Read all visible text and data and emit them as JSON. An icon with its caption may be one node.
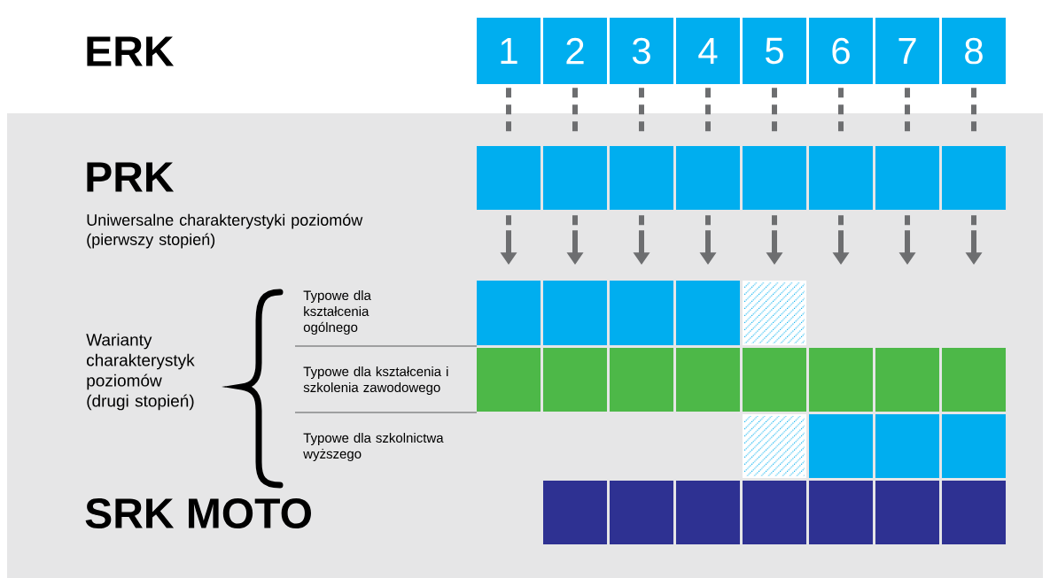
{
  "diagram": {
    "nodes": [
      {
        "text": [
          "1"
        ]
      },
      {
        "text": [
          "2"
        ]
      },
      {
        "text": [
          "3"
        ]
      },
      {
        "text": [
          "4"
        ]
      },
      {
        "text": [
          "5"
        ]
      },
      {
        "text": [
          "6"
        ]
      },
      {
        "text": [
          "7"
        ]
      },
      {
        "text": [
          "8"
        ]
      },
      {
        "text": [],
        "shape": "box"
      },
      {
        "text": [],
        "shape": "box"
      },
      {
        "text": [],
        "shape": "box"
      },
      {
        "text": [],
        "shape": "box"
      },
      {
        "text": [],
        "shape": "box"
      },
      {
        "text": [],
        "shape": "box"
      },
      {
        "text": [],
        "shape": "box"
      },
      {
        "text": [],
        "shape": "box"
      },
      {
        "text": [],
        "shape": "box"
      },
      {
        "text": [],
        "shape": "box"
      },
      {
        "text": [],
        "shape": "box"
      },
      {
        "text": [],
        "shape": "box"
      },
      {
        "text": [],
        "shape": "box"
      },
      {
        "text": [],
        "shape": "box"
      },
      {
        "text": [],
        "shape": "box"
      },
      {
        "text": [],
        "shape": "box"
      },
      {
        "text": [],
        "shape": "box"
      },
      {
        "text": [],
        "shape": "box"
      },
      {
        "text": [],
        "shape": "box"
      },
      {
        "text": [],
        "shape": "box"
      },
      {
        "text": [],
        "shape": "box"
      },
      {
        "text": [],
        "shape": "box"
      },
      {
        "text": [],
        "shape": "box"
      },
      {
        "text": [],
        "shape": "box"
      },
      {
        "text": [],
        "shape": "box"
      },
      {
        "text": [],
        "shape": "box"
      },
      {
        "text": [],
        "shape": "box"
      },
      {
        "text": [],
        "shape": "box"
      },
      {
        "text": [],
        "shape": "box"
      },
      {
        "text": [],
        "shape": "box"
      },
      {
        "text": [],
        "shape": "box"
      },
      {
        "text": [],
        "shape": "box"
      }
    ],
    "edges": [
      {
        "from": 0,
        "to": 8,
        "arrow": "none",
        "style": "dashed"
      },
      {
        "from": 1,
        "to": 9,
        "arrow": "none",
        "style": "dashed"
      },
      {
        "from": 2,
        "to": 10,
        "arrow": "none",
        "style": "dashed"
      },
      {
        "from": 3,
        "to": 11,
        "arrow": "none",
        "style": "dashed"
      },
      {
        "from": 4,
        "to": 12,
        "arrow": "none",
        "style": "dashed"
      },
      {
        "from": 5,
        "to": 13,
        "arrow": "none",
        "style": "dashed"
      },
      {
        "from": 6,
        "to": 14,
        "arrow": "none",
        "style": "dashed"
      },
      {
        "from": 7,
        "to": 15,
        "arrow": "none",
        "style": "dashed"
      },
      {
        "from": 8,
        "to": null,
        "arrow": "to"
      },
      {
        "from": 9,
        "to": null,
        "arrow": "to"
      },
      {
        "from": 10,
        "to": null,
        "arrow": "to"
      },
      {
        "from": 11,
        "to": null,
        "arrow": "to"
      },
      {
        "from": 12,
        "to": null,
        "arrow": "to"
      },
      {
        "from": 13,
        "to": null,
        "arrow": "to"
      },
      {
        "from": 14,
        "to": null,
        "arrow": "to"
      },
      {
        "from": 15,
        "to": null,
        "arrow": "to"
      }
    ],
    "labels": [
      "ERK",
      "PRK",
      "Uniwersalne charakterystyki poziomów (pierwszy stopień)",
      "Typowe dla kształcenia ogólnego",
      "Warianty charakterystyk poziomów (drugi stopień)",
      "Typowe dla kształcenia i szkolenia zawodowego",
      "Typowe dla szkolnictwa wyższego",
      "SRK MOTO"
    ]
  }
}
